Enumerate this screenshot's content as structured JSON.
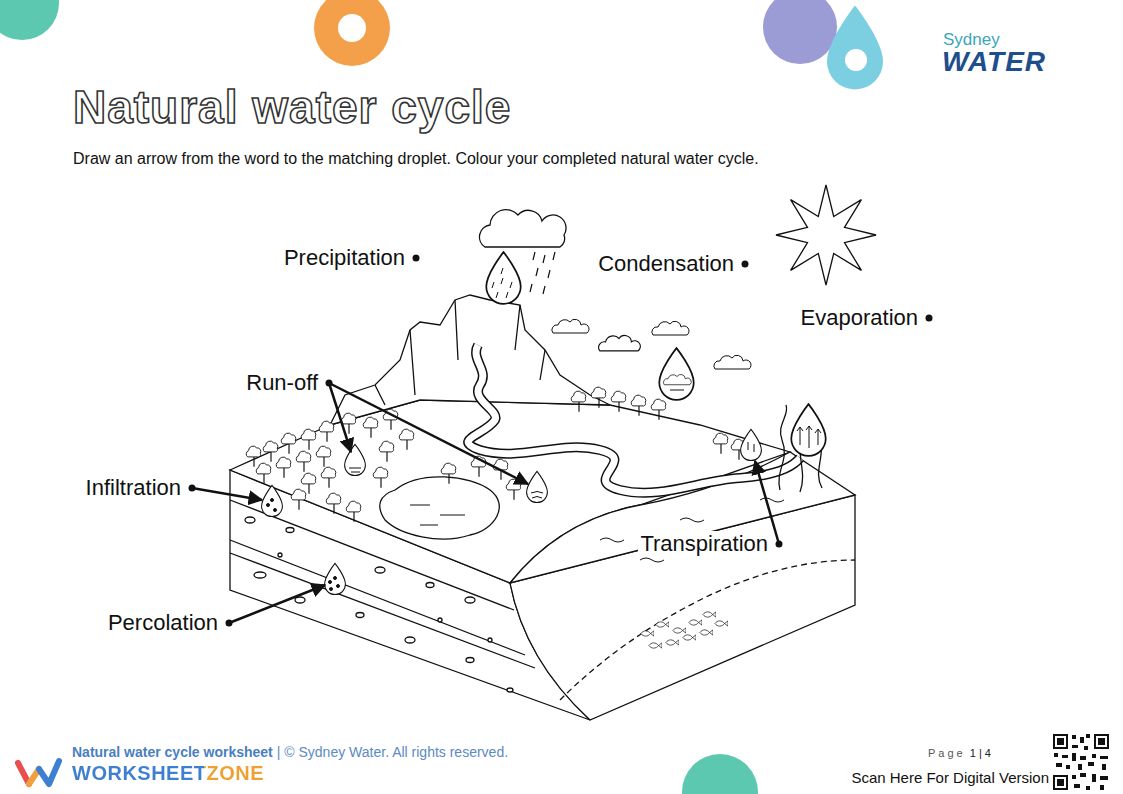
{
  "diagram": {
    "title": "Natural water cycle",
    "labels": [
      "Sydney",
      "WATER",
      "Draw an arrow from the word to the matching droplet. Colour your completed natural water cycle.",
      "Precipitation",
      "Condensation",
      "Evaporation",
      "Run-off",
      "Infiltration",
      "Transpiration",
      "Percolation",
      "Natural water cycle worksheet",
      "| © Sydney Water. All rights reserved.",
      "WORKSHEETZONE",
      "Page",
      "1 | 4",
      "Scan Here For Digital Version"
    ]
  }
}
